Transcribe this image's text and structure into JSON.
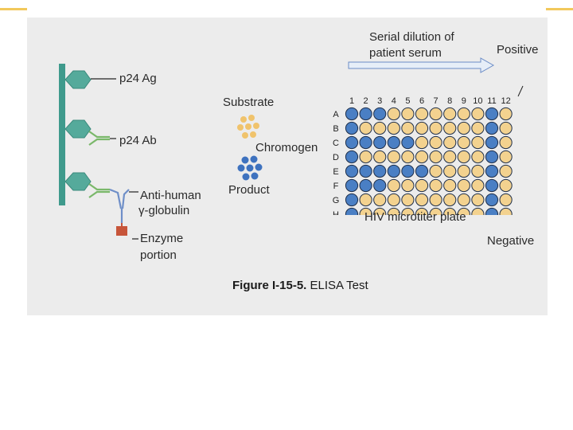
{
  "left_panel": {
    "p24_ag": "p24 Ag",
    "p24_ab": "p24 Ab",
    "anti_human_line1": "Anti-human",
    "anti_human_line2": "γ-globulin",
    "enzyme_line1": "Enzyme",
    "enzyme_line2": "portion"
  },
  "middle_panel": {
    "substrate": "Substrate",
    "chromogen": "Chromogen",
    "product": "Product"
  },
  "plate": {
    "serial_dilution_line1": "Serial dilution of",
    "serial_dilution_line2": "patient serum",
    "positive": "Positive",
    "negative": "Negative",
    "plate_label": "HIV microtiter plate",
    "columns": [
      "1",
      "2",
      "3",
      "4",
      "5",
      "6",
      "7",
      "8",
      "9",
      "10",
      "11",
      "12"
    ],
    "rows": [
      "A",
      "B",
      "C",
      "D",
      "E",
      "F",
      "G",
      "H"
    ],
    "blue_wells_per_row": [
      3,
      1,
      5,
      1,
      6,
      3,
      1,
      1
    ],
    "positive_column": 11,
    "negative_column": 12
  },
  "caption": {
    "figure_label": "Figure I-15-5.",
    "figure_title": "ELISA Test"
  },
  "colors": {
    "blue_well": "#4a7fc4",
    "yellow_well": "#f3d28f",
    "teal": "#3f9a8c",
    "enzyme": "#c7553a",
    "panel_bg": "#ececec",
    "accent": "#f2c85b"
  }
}
